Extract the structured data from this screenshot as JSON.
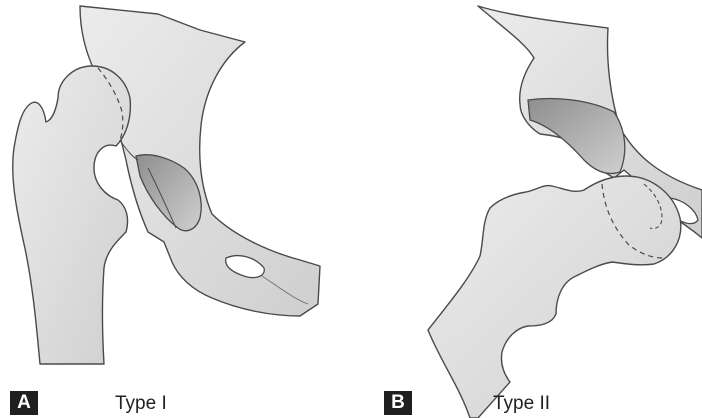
{
  "panels": [
    {
      "letter": "A",
      "caption": "Type I"
    },
    {
      "letter": "B",
      "caption": "Type II"
    }
  ],
  "colors": {
    "bone_light": "#e6e6e6",
    "bone_mid": "#c4c4c4",
    "bone_dark": "#9a9a9a",
    "outline": "#4a4a4a",
    "badge": "#1f1f1f"
  }
}
